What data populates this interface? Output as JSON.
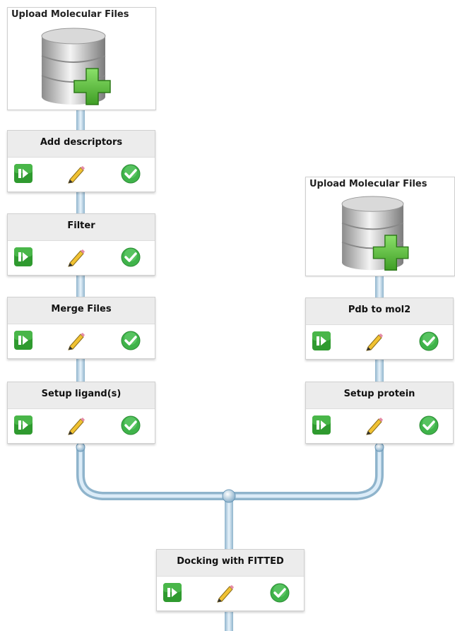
{
  "workflow": {
    "upload_left": {
      "label": "Upload Molecular Files",
      "icon": "database-add-icon"
    },
    "upload_right": {
      "label": "Upload Molecular Files",
      "icon": "database-add-icon"
    },
    "nodes": [
      {
        "id": "add-descriptors",
        "title": "Add descriptors"
      },
      {
        "id": "filter",
        "title": "Filter"
      },
      {
        "id": "merge-files",
        "title": "Merge Files"
      },
      {
        "id": "setup-ligands",
        "title": "Setup ligand(s)"
      },
      {
        "id": "pdb-to-mol2",
        "title": "Pdb to mol2"
      },
      {
        "id": "setup-protein",
        "title": "Setup protein"
      },
      {
        "id": "docking-fitted",
        "title": "Docking with FITTED"
      }
    ],
    "node_actions": [
      "run-icon",
      "pencil-edit-icon",
      "checkmark-done-icon"
    ],
    "colors": {
      "connector": "#b9d6ea",
      "connector_edge": "#8fb4cc",
      "header_bg": "#ececec",
      "run_green": "#2f9a2f",
      "check_green": "#3fb34a",
      "plus_green": "#5bbf3a"
    }
  }
}
